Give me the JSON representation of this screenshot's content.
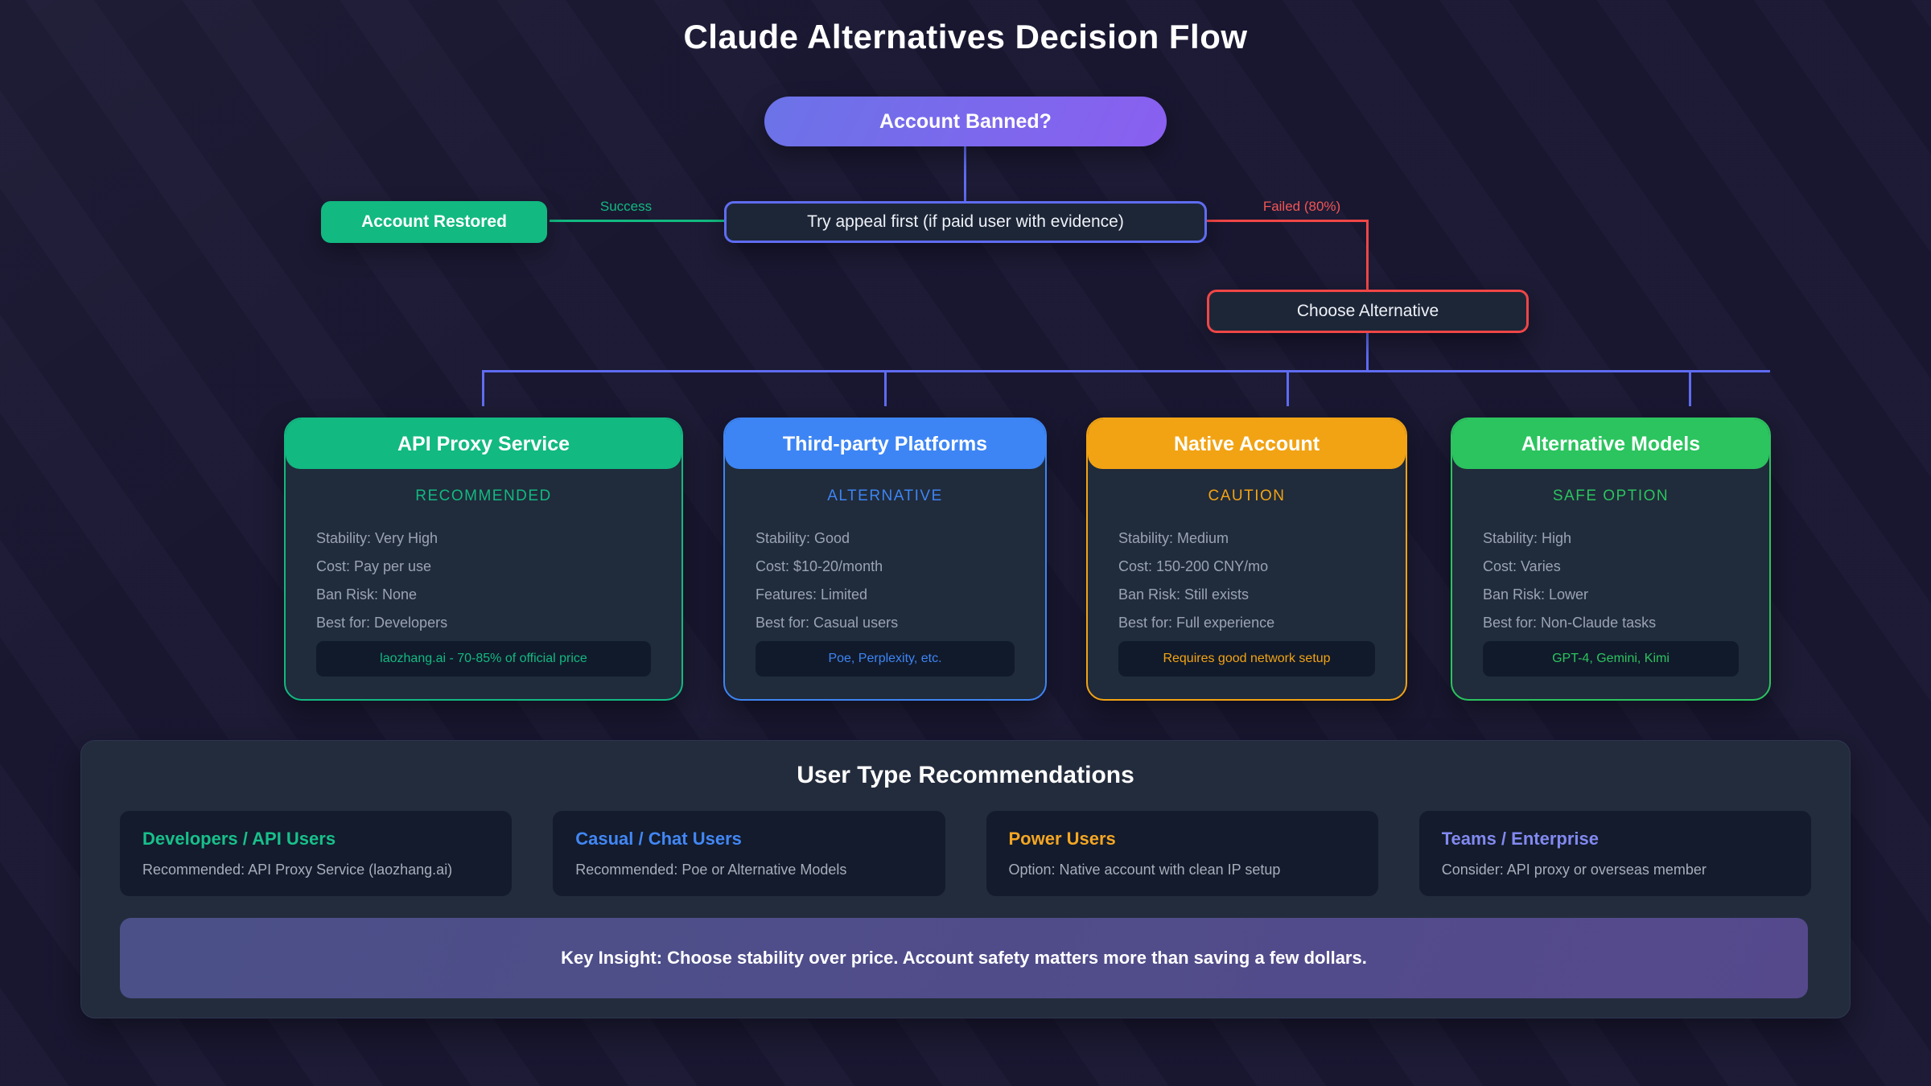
{
  "title": "Claude Alternatives Decision Flow",
  "flow": {
    "account_banned": "Account Banned?",
    "account_restored": "Account Restored",
    "success_label": "Success",
    "appeal": "Try appeal first (if paid user with evidence)",
    "failed_label": "Failed (80%)",
    "choose_alternative": "Choose Alternative"
  },
  "options": [
    {
      "title": "API Proxy Service",
      "badge": "RECOMMENDED",
      "stats": [
        "Stability: Very High",
        "Cost: Pay per use",
        "Ban Risk: None",
        "Best for: Developers"
      ],
      "footer": "laozhang.ai - 70-85% of official price",
      "accent": "#12b981"
    },
    {
      "title": "Third-party Platforms",
      "badge": "ALTERNATIVE",
      "stats": [
        "Stability: Good",
        "Cost: $10-20/month",
        "Features: Limited",
        "Best for: Casual users"
      ],
      "footer": "Poe, Perplexity, etc.",
      "accent": "#3d85f4"
    },
    {
      "title": "Native Account",
      "badge": "CAUTION",
      "stats": [
        "Stability: Medium",
        "Cost: 150-200 CNY/mo",
        "Ban Risk: Still exists",
        "Best for: Full experience"
      ],
      "footer": "Requires good network setup",
      "accent": "#f2a313"
    },
    {
      "title": "Alternative Models",
      "badge": "SAFE OPTION",
      "stats": [
        "Stability: High",
        "Cost: Varies",
        "Ban Risk: Lower",
        "Best for: Non-Claude tasks"
      ],
      "footer": "GPT-4, Gemini, Kimi",
      "accent": "#2bc45e"
    }
  ],
  "recommendations": {
    "title": "User Type Recommendations",
    "items": [
      {
        "heading": "Developers / API Users",
        "text": "Recommended: API Proxy Service (laozhang.ai)",
        "accent": "#18c08b"
      },
      {
        "heading": "Casual / Chat Users",
        "text": "Recommended: Poe or Alternative Models",
        "accent": "#4287f5"
      },
      {
        "heading": "Power Users",
        "text": "Option: Native account with clean IP setup",
        "accent": "#f5a623"
      },
      {
        "heading": "Teams / Enterprise",
        "text": "Consider: API proxy or overseas member",
        "accent": "#8289f0"
      }
    ],
    "key_insight": "Key Insight: Choose stability over price. Account safety matters more than saving a few dollars."
  },
  "colors": {
    "bg": "#1a1833",
    "node-bg": "#1d2637",
    "card-bg": "#202b3b",
    "inner-bg": "#111a2b",
    "panel-bg": "#232c3d",
    "mini-bg": "#131b2c",
    "text-gray": "#9aa3b4",
    "text-gray2": "#a7aebb",
    "green": "#12b981",
    "blue": "#3d85f4",
    "orange": "#f2a313",
    "green2": "#2bc45e",
    "red": "#f04646",
    "indigo": "#5f6cf2",
    "pill-from": "#6b73e8",
    "pill-to": "#8a5ff0",
    "insight-from": "#4b5088",
    "insight-to": "#55498c"
  }
}
